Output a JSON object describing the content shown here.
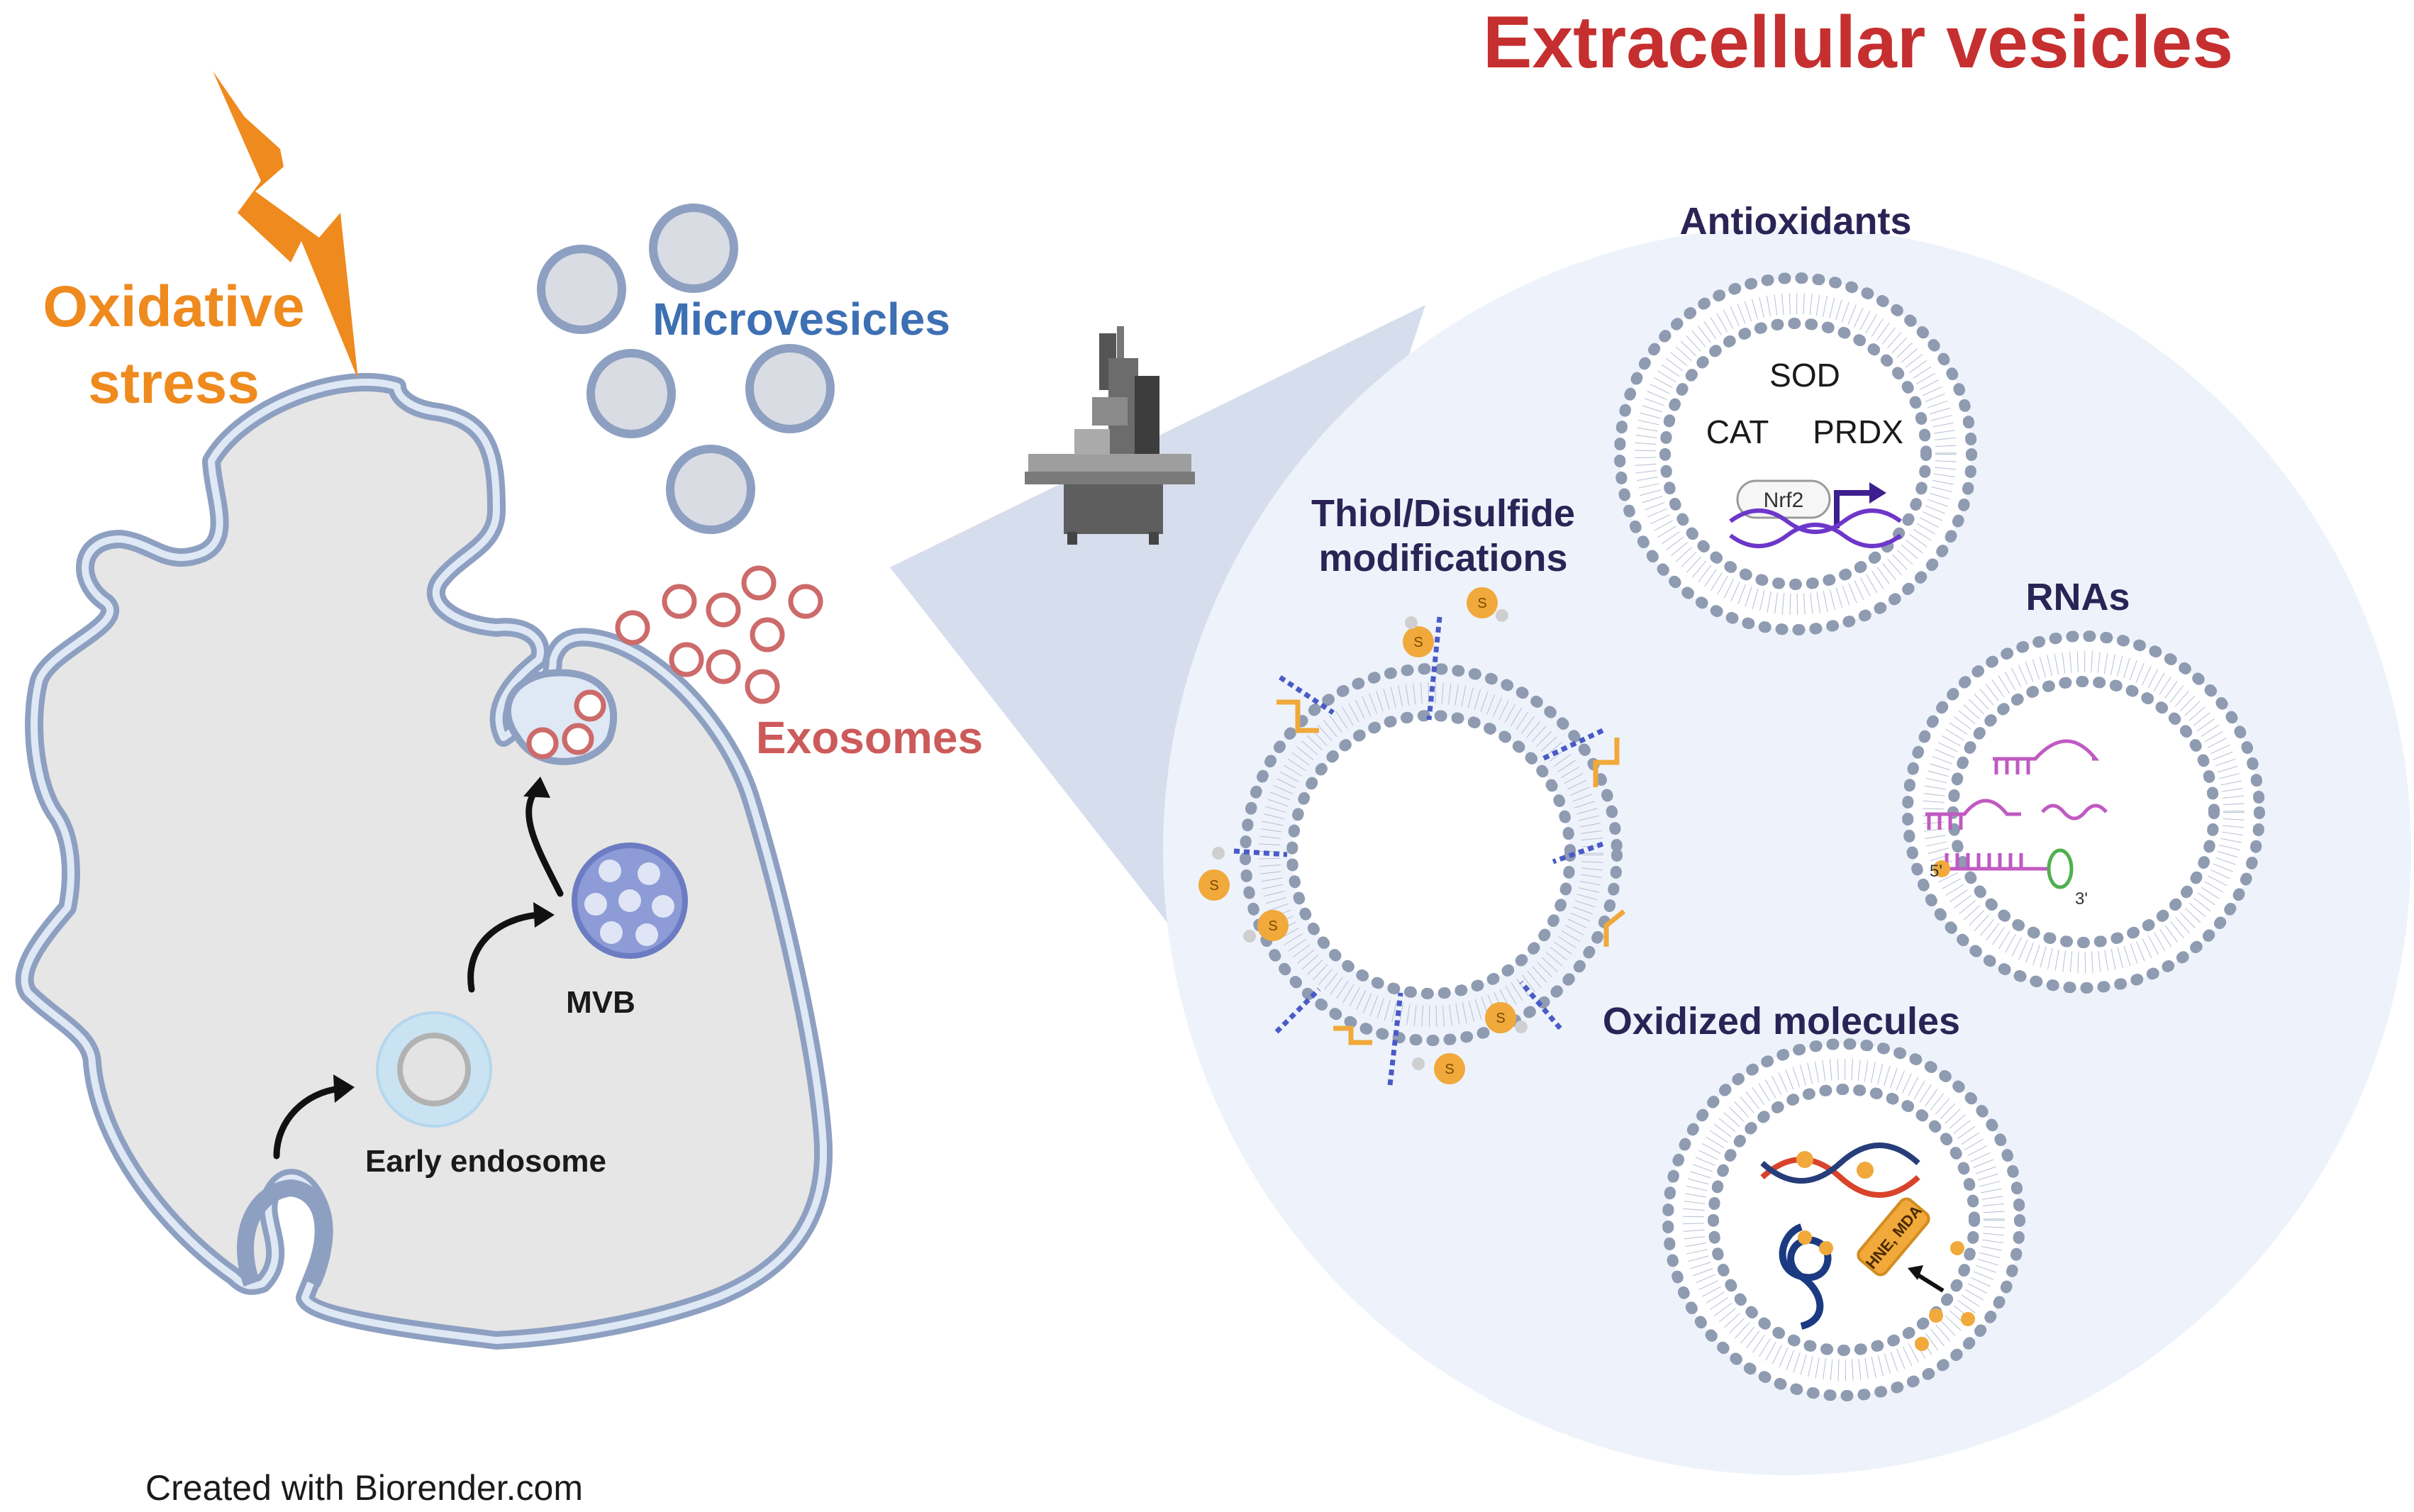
{
  "title": "Extracellular vesicles",
  "stimulus": {
    "line1": "Oxidative",
    "line2": "stress"
  },
  "vesicle_types": {
    "microvesicles": "Microvesicles",
    "exosomes": "Exosomes"
  },
  "cell_labels": {
    "mvb": "MVB",
    "early_endosome": "Early endosome"
  },
  "cargo": {
    "antioxidants": {
      "heading": "Antioxidants",
      "items": {
        "sod": "SOD",
        "cat": "CAT",
        "prdx": "PRDX",
        "nrf2": "Nrf2"
      }
    },
    "thiol": {
      "line1": "Thiol/Disulfide",
      "line2": "modifications"
    },
    "rnas": {
      "heading": "RNAs",
      "five_prime": "5'",
      "three_prime": "3'"
    },
    "oxidized": {
      "heading": "Oxidized molecules",
      "tag": "HNE, MDA"
    }
  },
  "thiol_symbol": "S",
  "credit": "Created with Biorender.com",
  "colors": {
    "title": "#c62f2f",
    "oxidative": "#ee8a1e",
    "microvesicles": "#3d6fb3",
    "exosomes": "#cd5a5a",
    "heading": "#2a2456",
    "membrane": "#8a9bbb",
    "cell_fill": "#e6e6e6",
    "zoom_fill": "#eef3fb",
    "lipid": "#8c98ad",
    "gold": "#f0a93a",
    "purple": "#6d37c9",
    "magenta": "#c05ac2"
  }
}
